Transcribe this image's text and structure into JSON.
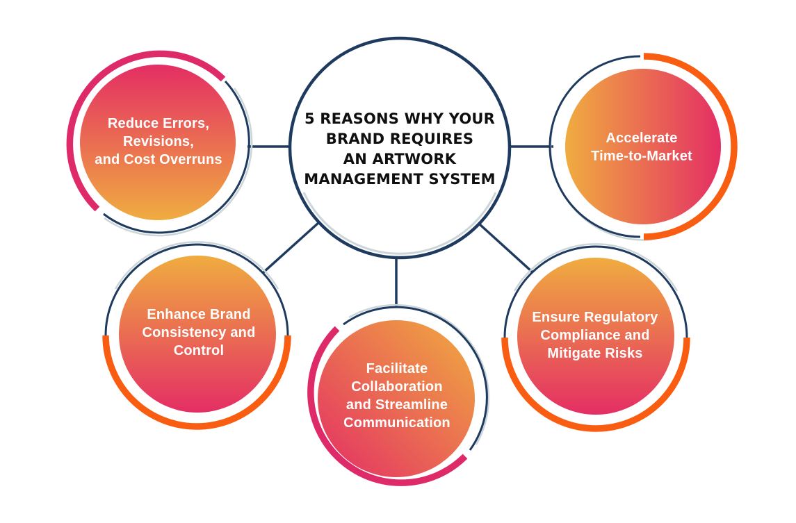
{
  "title": {
    "lines": [
      "5 REASONS WHY YOUR",
      "BRAND REQUIRES",
      "AN ARTWORK",
      "MANAGEMENT SYSTEM"
    ]
  },
  "nodes": [
    {
      "id": "reduce-errors",
      "accent": "pink",
      "lines": [
        "Reduce Errors,",
        "Revisions,",
        "and Cost Overruns"
      ]
    },
    {
      "id": "accelerate-market",
      "accent": "orange",
      "lines": [
        "Accelerate",
        "Time-to-Market"
      ]
    },
    {
      "id": "brand-consistency",
      "accent": "orange",
      "lines": [
        "Enhance Brand",
        "Consistency and",
        "Control"
      ]
    },
    {
      "id": "collaboration",
      "accent": "pink",
      "lines": [
        "Facilitate",
        "Collaboration",
        "and Streamline",
        "Communication"
      ]
    },
    {
      "id": "regulatory",
      "accent": "orange",
      "lines": [
        "Ensure Regulatory",
        "Compliance and",
        "Mitigate Risks"
      ]
    }
  ],
  "colors": {
    "navy": "#1e3a5e",
    "pink_accent": "#de2a68",
    "orange_accent": "#f95d11",
    "gradient_pink": "#e42e64",
    "gradient_gold": "#f0ac40",
    "silver": "#ccd5da",
    "title_text": "#0f0f0f",
    "label_text": "#ffffff",
    "background": "#ffffff"
  }
}
